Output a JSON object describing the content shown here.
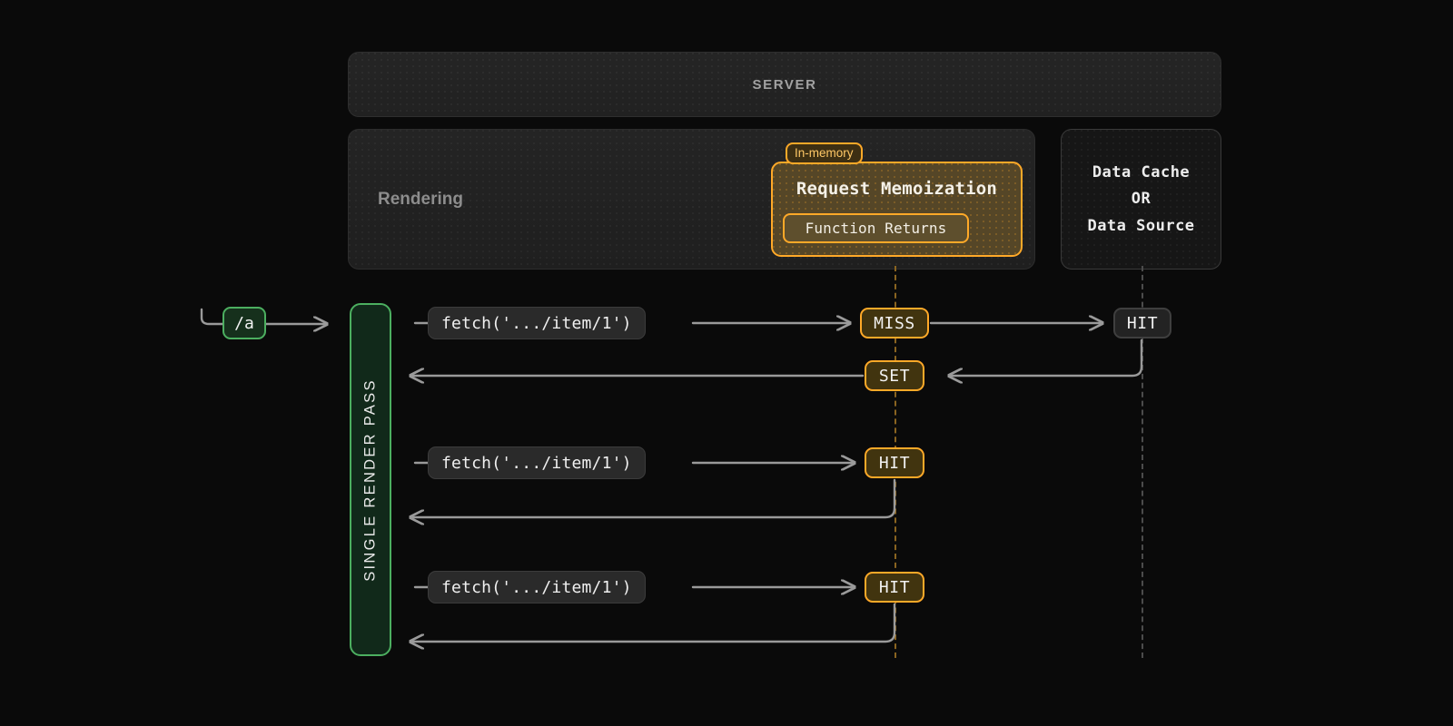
{
  "server": {
    "title": "SERVER"
  },
  "rendering": {
    "label": "Rendering"
  },
  "memoization": {
    "tag": "In-memory",
    "title": "Request Memoization",
    "inner_label": "Function Returns"
  },
  "data_store": {
    "line1": "Data Cache",
    "line2": "OR",
    "line3": "Data Source"
  },
  "route": {
    "label": "/a"
  },
  "render_pass": {
    "label": "SINGLE RENDER PASS"
  },
  "rows": [
    {
      "fetch": "fetch('.../item/1')",
      "status": "MISS",
      "return_status": "SET"
    },
    {
      "fetch": "fetch('.../item/1')",
      "status": "HIT"
    },
    {
      "fetch": "fetch('.../item/1')",
      "status": "HIT"
    }
  ],
  "external": {
    "status": "HIT"
  },
  "colors": {
    "accent_amber": "#ffa928",
    "accent_green": "#4caf60",
    "background": "#0a0a0a",
    "wire": "#9a9a9a",
    "dash_amber": "#8a6420",
    "dash_gray": "#4c4c4c"
  }
}
